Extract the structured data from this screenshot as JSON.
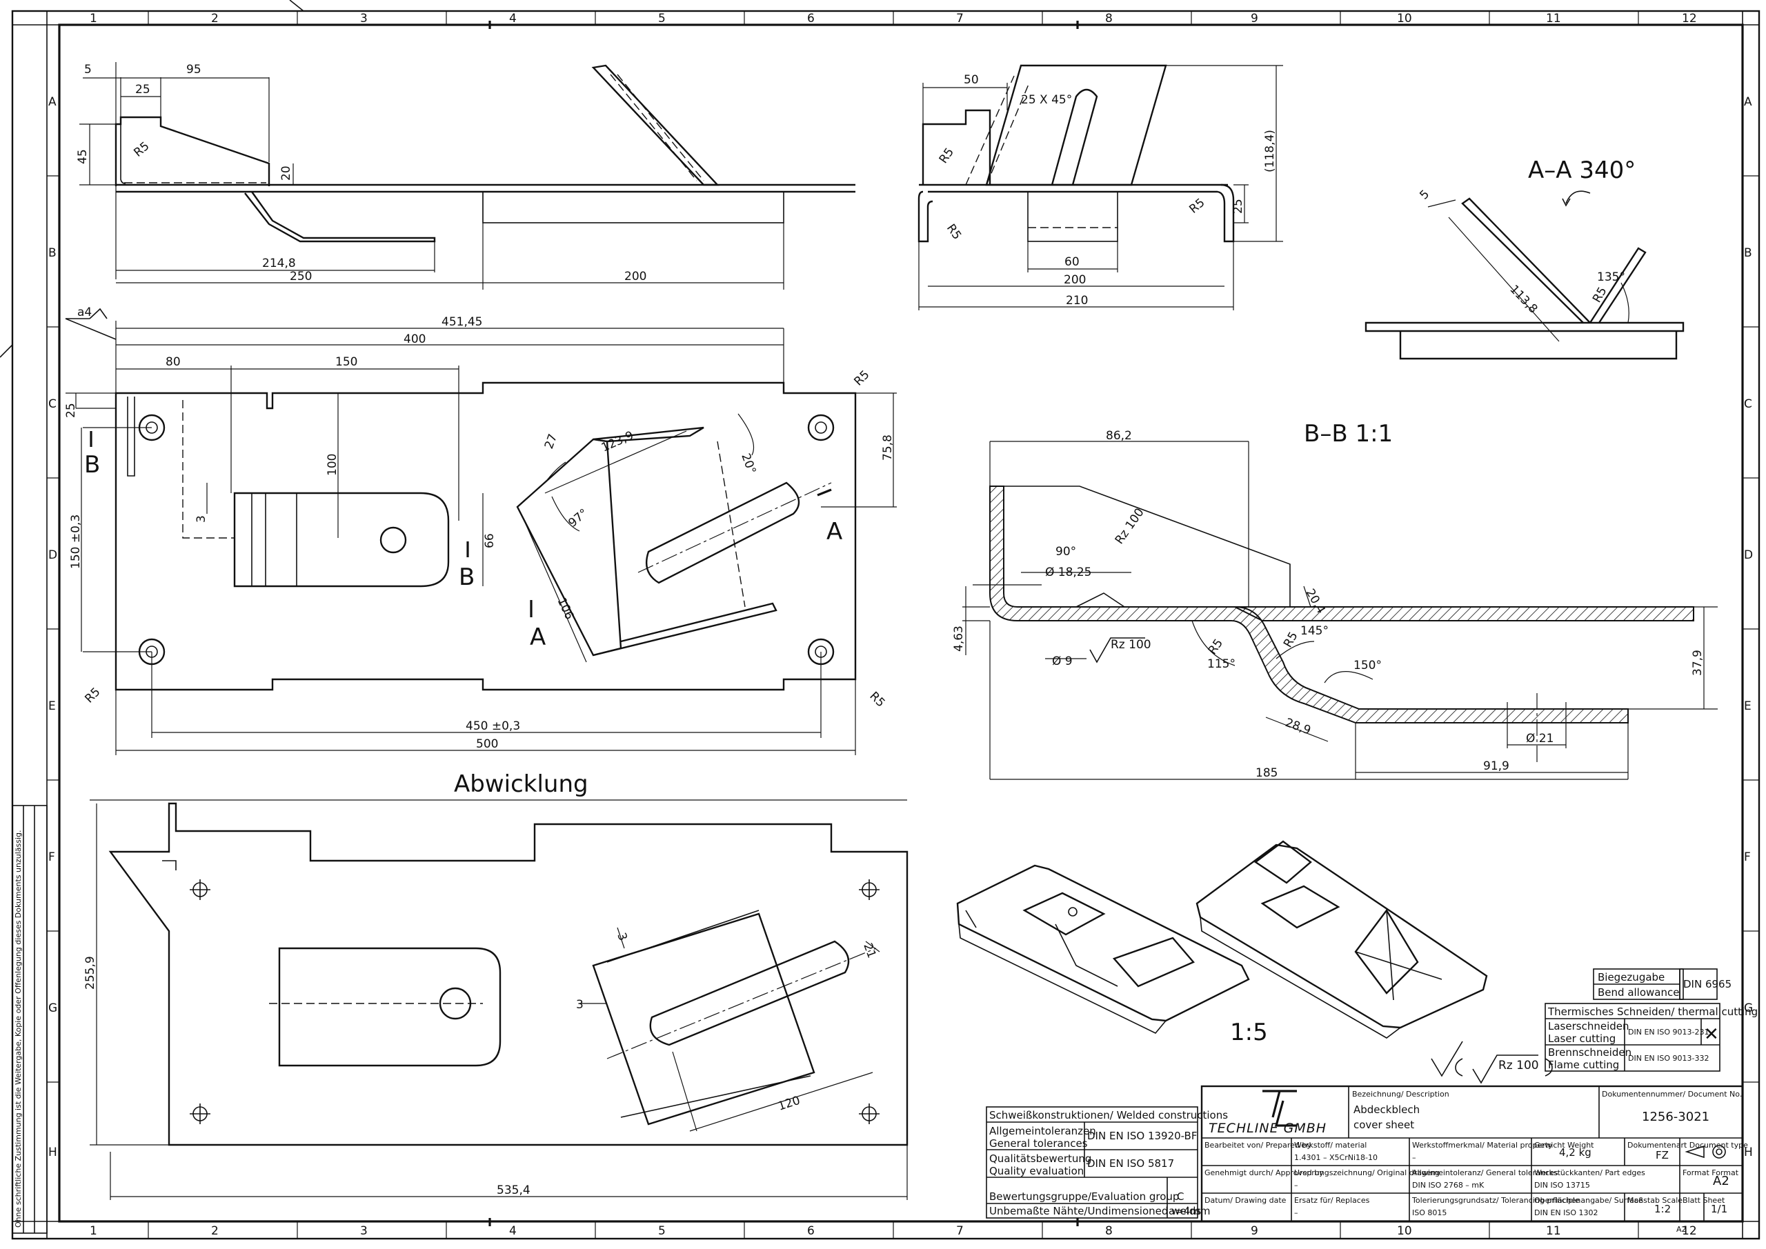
{
  "grid": {
    "columns": [
      "1",
      "2",
      "3",
      "4",
      "5",
      "6",
      "7",
      "8",
      "9",
      "10",
      "11",
      "12"
    ],
    "rows": [
      "A",
      "B",
      "C",
      "D",
      "E",
      "F",
      "G",
      "H"
    ]
  },
  "dims": {
    "top_left": {
      "d5": "5",
      "d95": "95",
      "d25": "25",
      "d45": "45",
      "r5": "R5",
      "d20": "20",
      "d2148": "214,8",
      "d250": "250",
      "d200": "200"
    },
    "top_right": {
      "d50": "50",
      "chamfer": "25 X 45°",
      "r5a": "R5",
      "r5b": "R5",
      "r5c": "R5",
      "d1184": "(118,4)",
      "d25": "25",
      "d60": "60",
      "d200": "200",
      "d210": "210"
    },
    "section_aa": {
      "title": "A–A  340°",
      "d5": "5",
      "d1138": "113,8",
      "r5": "R5",
      "ang": "135°"
    },
    "flat": {
      "weld": "a4",
      "d45145": "451,45",
      "d400": "400",
      "d80": "80",
      "d150": "150",
      "d25": "25",
      "d100": "100",
      "d3": "3",
      "d66": "66",
      "d1503": "150 ±0,3",
      "d758": "75,8",
      "d1239": "123,9",
      "d27": "27",
      "d20": "20°",
      "d97": "97°",
      "d106": "106",
      "d4503": "450 ±0,3",
      "d500": "500",
      "r5a": "R5",
      "r5b": "R5",
      "r5c": "R5",
      "labelA1": "A",
      "labelA2": "A",
      "labelB1": "B",
      "labelB2": "B"
    },
    "section_bb": {
      "title": "B–B  1:1",
      "d862": "86,2",
      "d90": "90°",
      "d1825": "Ø 18,25",
      "rz100": "Rz 100",
      "d463": "4,63",
      "d9": "Ø 9",
      "rz100b": "Rz 100",
      "d204": "20,4",
      "r5a": "R5",
      "r5b": "R5",
      "d115": "115°",
      "d145": "145°",
      "d150": "150°",
      "d289": "28,9",
      "d21": "Ø 21",
      "d185": "185",
      "d919": "91,9",
      "d379": "37,9"
    },
    "abwicklung": {
      "title": "Abwicklung",
      "d2559": "255,9",
      "d3a": "3",
      "d3b": "3",
      "d21": "21",
      "d120": "120",
      "d5354": "535,4"
    },
    "iso": {
      "scale": "1:5"
    }
  },
  "surface": {
    "rz": "Rz 100"
  },
  "margin_notes": {
    "left_text": "Ohne schriftliche Zustimmung ist die Weitergabe, Kopie oder Offenlegung dieses Dokuments unzulässig."
  },
  "side_tables": {
    "bend": {
      "label1": "Biegezugabe",
      "label2": "Bend allowance",
      "value": "DIN 6965"
    },
    "thermal": {
      "header": "Thermisches Schneiden/ thermal cutting",
      "laser1": "Laserschneiden",
      "laser2": "Laser cutting",
      "laser_std": "DIN EN ISO 9013-231",
      "laser_mark": "✕",
      "flame1": "Brennschneiden",
      "flame2": "Flame cutting",
      "flame_std": "DIN EN ISO 9013-332"
    }
  },
  "weld_table": {
    "header": "Schweißkonstruktionen/ Welded constructions",
    "r1a": "Allgemeintoleranzen",
    "r1b": "General tolerances",
    "r1v": "DIN EN ISO 13920-BF",
    "r2a": "Qualitätsbewertung",
    "r2b": "Quality evaluation",
    "r2v": "DIN EN ISO 5817",
    "r3a": "Bewertungsgruppe/Evaluation group",
    "r3v": "C",
    "r4a": "Unbemaßte Nähte/Undimensioned welds",
    "r4v": "a=4mm"
  },
  "title_block": {
    "company": "TECHLINE GMBH",
    "logo": "TL",
    "desc_label": "Bezeichnung/ Description",
    "desc1": "Abdeckblech",
    "desc2": "cover sheet",
    "docno_label": "Dokumentennummer/ Document No.",
    "docno": "1256-3021",
    "prepared": "Bearbeitet von/ Prepared by",
    "material_label": "Werkstoff/ material",
    "material": "1.4301 – X5CrNi18-10",
    "matprop_label": "Werkstoffmerkmal/ Material property",
    "matprop": "–",
    "weight_label": "Gewicht Weight",
    "weight": "4,2 kg",
    "doctype_label": "Dokumentenart Document type",
    "doctype": "FZ",
    "approved": "Genehmigt durch/ Approved by",
    "orig_label": "Ursprungszeichnung/ Original drawing",
    "orig": "–",
    "gentol_label": "Allgemeintoleranz/ General tolerances",
    "gentol": "DIN ISO 2768 – mK",
    "edges_label": "Werkstückkanten/ Part edges",
    "edges": "DIN ISO 13715",
    "format_label": "Format Format",
    "format": "A2",
    "date_label": "Datum/ Drawing date",
    "replaces_label": "Ersatz für/ Replaces",
    "replaces": "–",
    "tolprin_label": "Tolerierungsgrundsatz/ Tolerancing principle",
    "tolprin": "ISO 8015",
    "surface_label": "Oberflächenangabe/ Surface",
    "surface": "DIN EN ISO 1302",
    "scale_label": "Maßstab Scale",
    "scale": "1:2",
    "sheet_label": "Blatt Sheet",
    "sheet": "1/1",
    "bottom_format": "A2"
  }
}
